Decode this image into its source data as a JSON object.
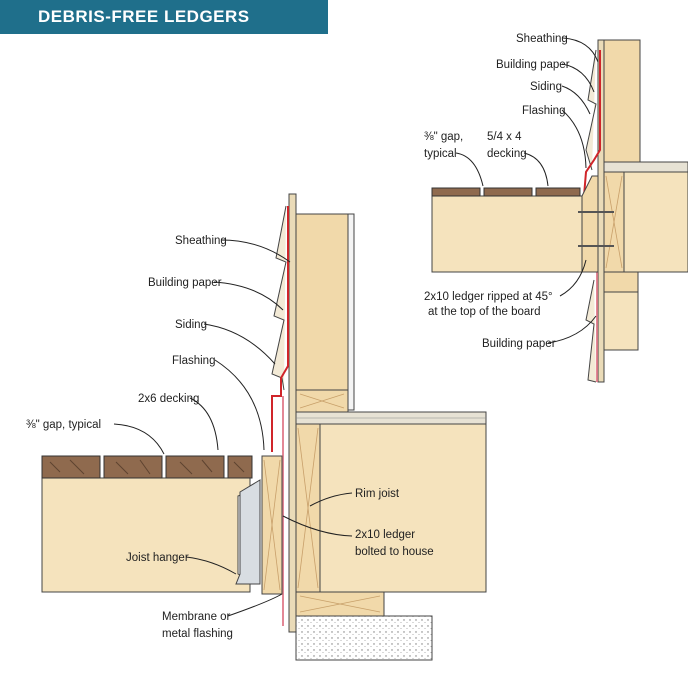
{
  "title": "DEBRIS-FREE LEDGERS",
  "colors": {
    "title_bg": "#1f6f8b",
    "wood": "#f1d9aa",
    "wood_grain": "#c8a06a",
    "decking": "#8f6a4e",
    "flashing": "#d0252a",
    "membrane": "#e07a8a",
    "hanger": "#d8dde2",
    "concrete": "#e9e9e9"
  },
  "main_labels": {
    "sheathing": "Sheathing",
    "building_paper": "Building paper",
    "siding": "Siding",
    "flashing": "Flashing",
    "decking": "2x6 decking",
    "gap": "⅜\" gap, typical",
    "rim_joist": "Rim joist",
    "ledger_line1": "2x10 ledger",
    "ledger_line2": "bolted to house",
    "joist_hanger": "Joist hanger",
    "membrane_line1": "Membrane or",
    "membrane_line2": "metal flashing"
  },
  "inset_labels": {
    "sheathing": "Sheathing",
    "building_paper": "Building paper",
    "siding": "Siding",
    "flashing": "Flashing",
    "gap_line1": "⅜\" gap,",
    "gap_line2": "typical",
    "decking_line1": "5/4 x 4",
    "decking_line2": "decking",
    "ledger_line1": "2x10 ledger ripped at 45°",
    "ledger_line2": "at the top of the board",
    "building_paper_bottom": "Building paper"
  }
}
